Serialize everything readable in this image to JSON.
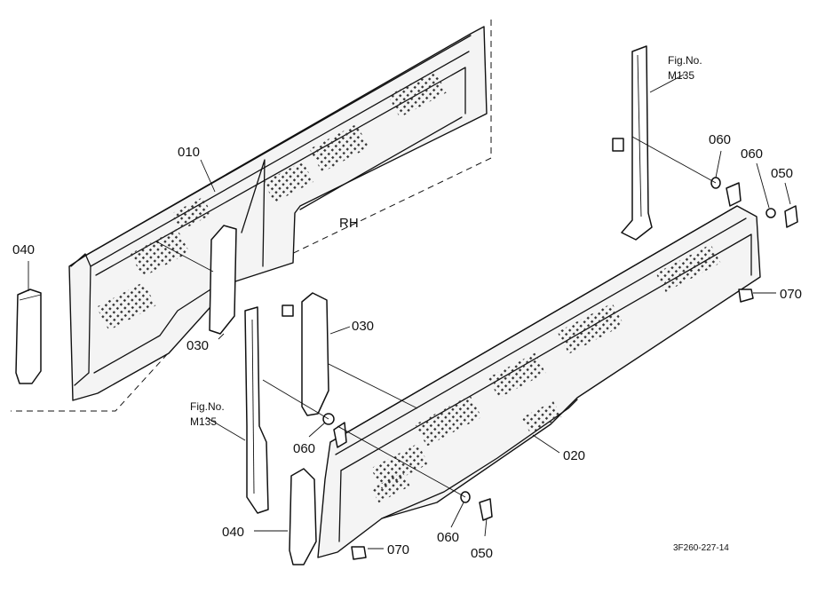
{
  "diagram": {
    "side_label": "RH",
    "reference_code": "3F260-227-14",
    "fig_refs": [
      {
        "line1": "Fig.No.",
        "line2": "M135"
      },
      {
        "line1": "Fig.No.",
        "line2": "M135"
      }
    ],
    "part_labels": [
      "010",
      "040",
      "030",
      "030",
      "060",
      "040",
      "020",
      "060",
      "050",
      "070",
      "060",
      "060",
      "050",
      "070"
    ]
  }
}
